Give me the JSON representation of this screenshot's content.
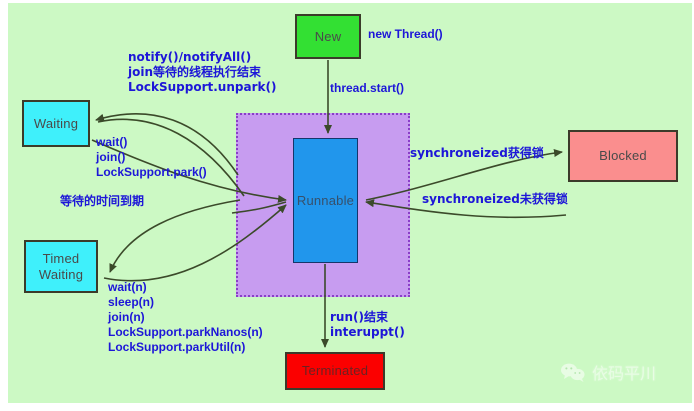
{
  "diagram": {
    "title": "Java Thread State Transition Diagram",
    "canvas_color": "#ccf9c4",
    "region": {
      "name": "runnable-scheduler-region",
      "fill": "#c79cf0",
      "border": "#8a3ec8"
    },
    "nodes": [
      {
        "id": "new",
        "label": "New",
        "color": "#33e033"
      },
      {
        "id": "runnable",
        "label": "Runnable",
        "color": "#2196ec"
      },
      {
        "id": "waiting",
        "label": "Waiting",
        "color": "#3ff0fb"
      },
      {
        "id": "timed_waiting",
        "label": "Timed\nWaiting",
        "color": "#3ff0fb"
      },
      {
        "id": "blocked",
        "label": "Blocked",
        "color": "#fa8e8e"
      },
      {
        "id": "terminated",
        "label": "Terminated",
        "color": "#fb0000"
      }
    ],
    "node_labels": {
      "new": "New",
      "runnable": "Runnable",
      "waiting": "Waiting",
      "timed_waiting_line1": "Timed",
      "timed_waiting_line2": "Waiting",
      "blocked": "Blocked",
      "terminated": "Terminated"
    },
    "edge_labels": {
      "new_thread": "new Thread()",
      "thread_start": "thread.start()",
      "notify_line1": "notify()/notifyAll()",
      "notify_line2": "join等待的线程执行结束",
      "notify_line3": "LockSupport.unpark()",
      "wait_line1": "wait()",
      "wait_line2": "join()",
      "wait_line3": "LockSupport.park()",
      "time_expire": "等待的时间到期",
      "timed_line1": "wait(n)",
      "timed_line2": "sleep(n)",
      "timed_line3": "join(n)",
      "timed_line4": "LockSupport.parkNanos(n)",
      "timed_line5": "LockSupport.parkUtil(n)",
      "sync_acquired": "synchroneized获得锁",
      "sync_not_acquired": "synchroneized未获得锁",
      "run_end_line1": "run()结束",
      "run_end_line2": "interuppt()"
    },
    "label_color": "#1d16d8",
    "arrow_color": "#3b4a2a"
  },
  "watermark": {
    "text": "依码平川",
    "icon": "wechat-icon"
  }
}
